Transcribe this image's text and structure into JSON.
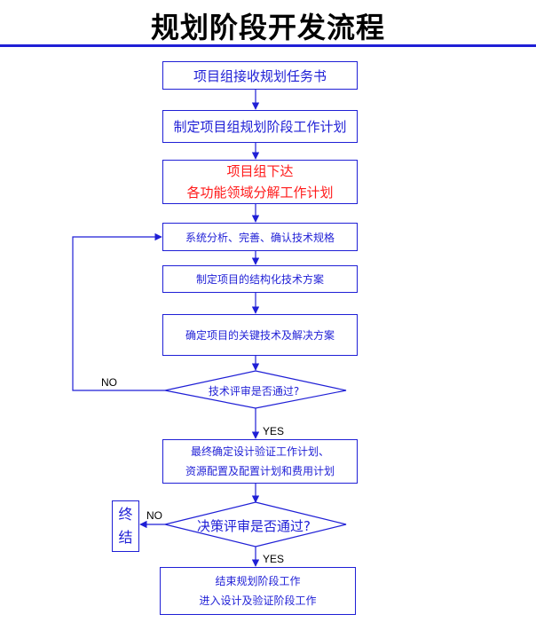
{
  "title": "规划阶段开发流程",
  "colors": {
    "line": "#1f1fd6",
    "highlight_text": "#ff1a1a",
    "label_text": "#000000"
  },
  "steps": {
    "step1": "项目组接收规划任务书",
    "step2": "制定项目组规划阶段工作计划",
    "step3_line1": "项目组下达",
    "step3_line2": "各功能领域分解工作计划",
    "step4": "系统分析、完善、确认技术规格",
    "step5": "制定项目的结构化技术方案",
    "step6": "确定项目的关键技术及解决方案",
    "step7_line1": "最终确定设计验证工作计划、",
    "step7_line2": "资源配置及配置计划和费用计划",
    "step8_line1": "结束规划阶段工作",
    "step8_line2": "进入设计及验证阶段工作"
  },
  "decisions": {
    "tech_review": "技术评审是否通过?",
    "decision_review": "决策评审是否通过?"
  },
  "end_box": {
    "char1": "终",
    "char2": "结"
  },
  "labels": {
    "no1": "NO",
    "yes1": "YES",
    "no2": "NO",
    "yes2": "YES"
  }
}
